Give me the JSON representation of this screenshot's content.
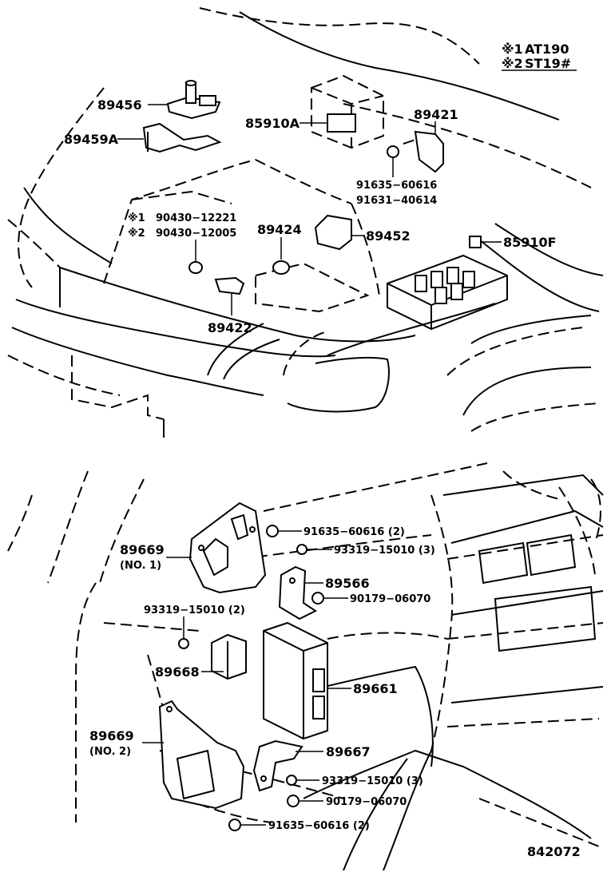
{
  "legend": {
    "line1_mark": "※1",
    "line1_text": "AT190",
    "line2_mark": "※2",
    "line2_text": "ST19#"
  },
  "labels": {
    "p89456": "89456",
    "p89459A": "89459A",
    "p85910A": "85910A",
    "p89421": "89421",
    "p91635_60616": "91635−60616",
    "p91631_40614": "91631−40614",
    "mark1": "※1",
    "mark2": "※2",
    "p90430_12221": "90430−12221",
    "p90430_12005": "90430−12005",
    "p89424": "89424",
    "p89452": "89452",
    "p85910F": "85910F",
    "p89422": "89422",
    "p91635_60616_2_top": "91635−60616 (2)",
    "p89669": "89669",
    "no1": "(NO. 1)",
    "p93319_15010_3_top": "93319−15010 (3)",
    "p89566": "89566",
    "p90179_06070_top": "90179−06070",
    "p93319_15010_2": "93319−15010 (2)",
    "p89668": "89668",
    "p89661": "89661",
    "p89669b": "89669",
    "no2": "(NO. 2)",
    "p89667": "89667",
    "p93319_15010_3_bot": "93319−15010 (3)",
    "p90179_06070_bot": "90179−06070",
    "p91635_60616_2_bot": "91635−60616 (2)"
  },
  "catalog_number": "842072"
}
